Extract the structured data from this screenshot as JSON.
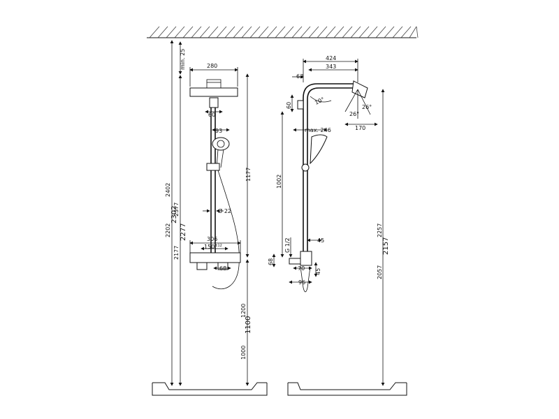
{
  "front_view": {
    "ceiling_min": "min. 25",
    "head_width": "280",
    "arm_width": "60",
    "handshower_dia": "93",
    "rail_dia": "Ø 22",
    "head_drop": "1177",
    "mixer_width": "306",
    "mixer_centers": "150",
    "mixer_tol": "±12",
    "spout_offset": "68",
    "total_small_a": "2202",
    "total_small_b": "2402",
    "total_big": "2302",
    "total2_small_a": "2177",
    "total2_small_b": "2377",
    "total2_big": "2277",
    "mixer_small_a": "1000",
    "mixer_small_b": "1200",
    "mixer_big": "1100"
  },
  "side_view": {
    "reach_total": "424",
    "reach_arm": "343",
    "wall_offset": "63",
    "joint": "60",
    "arm_angle": "10°",
    "tilt_a": "26°",
    "tilt_b": "26°",
    "head_depth": "170",
    "max_depth": "max. 246",
    "rail_length": "1002",
    "thread": "G 1/2",
    "mixer_proj": "45",
    "spout_drop": "68",
    "spout_proj": "70",
    "spout_low": "45",
    "base_depth": "96",
    "total_small_a": "2057",
    "total_small_b": "2257",
    "total_big": "2157"
  }
}
